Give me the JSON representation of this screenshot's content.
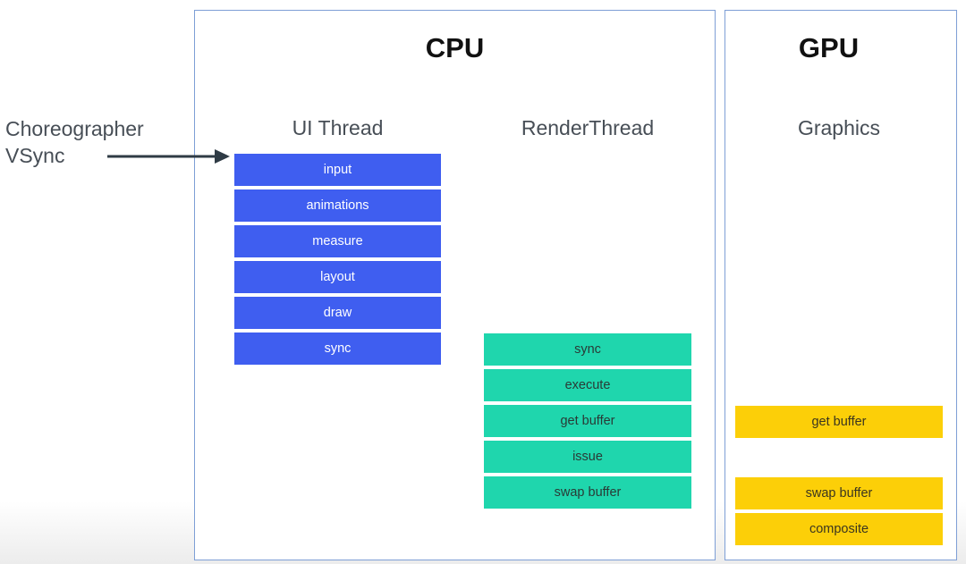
{
  "cpu": {
    "title": "CPU",
    "ui_thread": {
      "title": "UI Thread",
      "steps": [
        "input",
        "animations",
        "measure",
        "layout",
        "draw",
        "sync"
      ]
    },
    "render_thread": {
      "title": "RenderThread",
      "steps": [
        "sync",
        "execute",
        "get buffer",
        "issue",
        "swap buffer"
      ]
    }
  },
  "gpu": {
    "title": "GPU",
    "graphics": {
      "title": "Graphics",
      "steps": [
        "get buffer",
        "swap buffer",
        "composite"
      ]
    }
  },
  "trigger": {
    "line1": "Choreographer",
    "line2": "VSync"
  },
  "colors": {
    "ui_block": "#3f5ef0",
    "render_block": "#1fd6ad",
    "graphics_block": "#fccf08",
    "panel_border": "#7e9fd6",
    "arrow": "#2f3b45"
  }
}
